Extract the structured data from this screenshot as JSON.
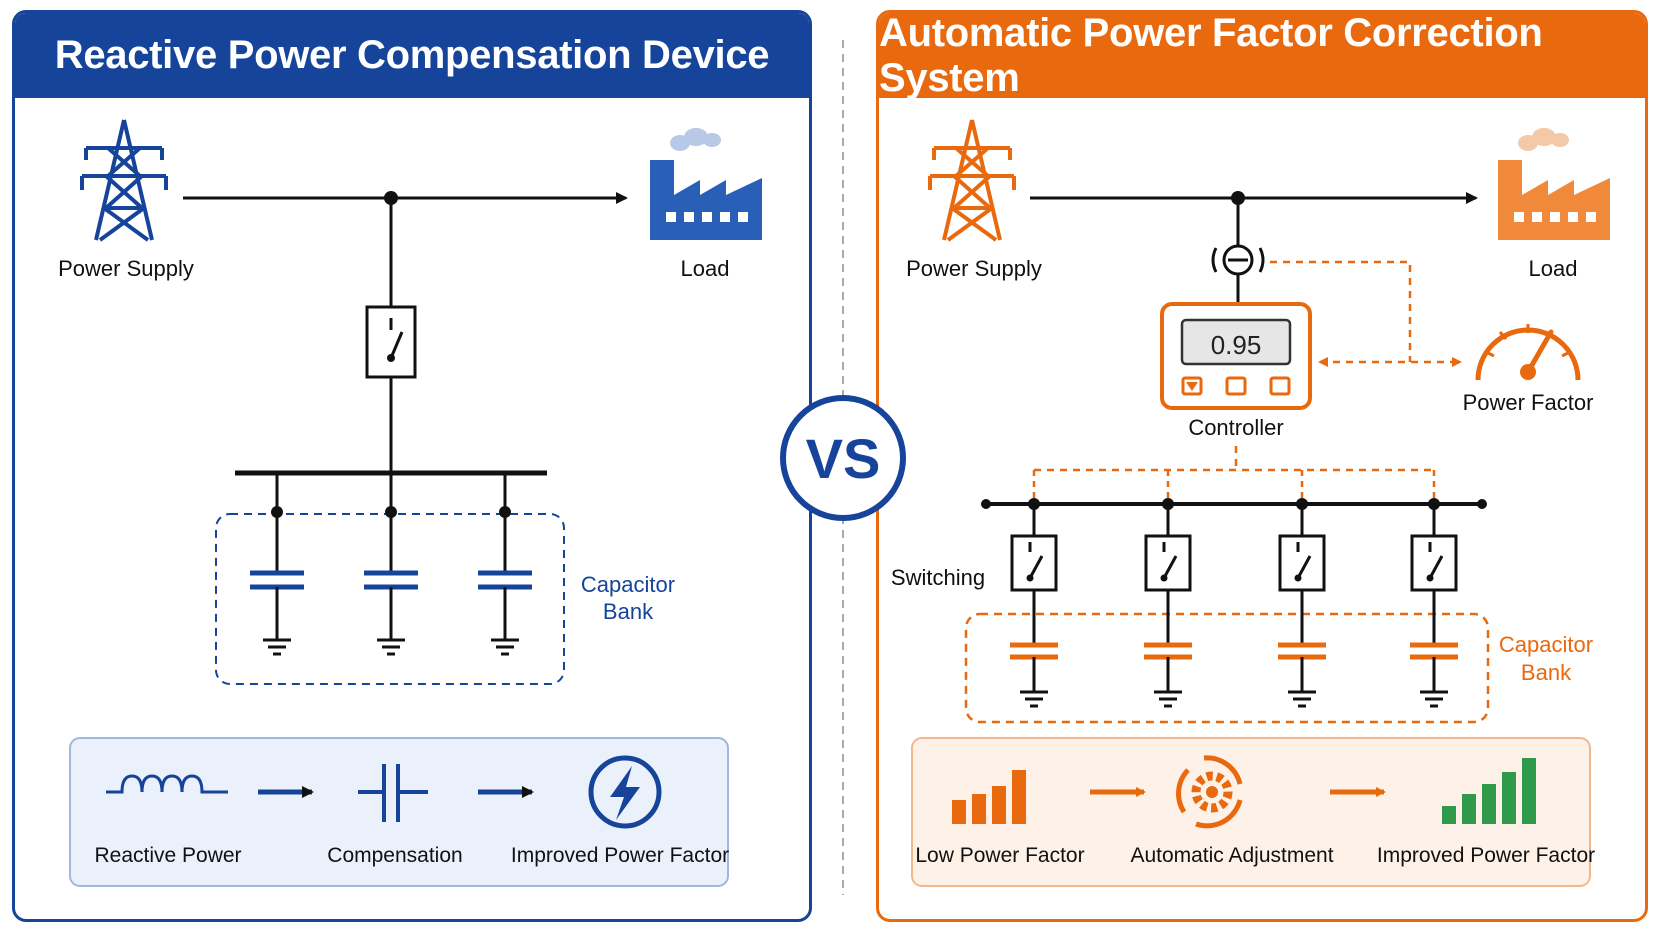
{
  "left": {
    "title": "Reactive Power Compensation Device",
    "power_supply_label": "Power Supply",
    "load_label": "Load",
    "capacitor_bank_label_line1": "Capacitor",
    "capacitor_bank_label_line2": "Bank",
    "flow": [
      {
        "label": "Reactive Power",
        "icon": "inductor-icon"
      },
      {
        "label": "Compensation",
        "icon": "capacitor-icon"
      },
      {
        "label": "Improved Power Factor",
        "icon": "lightning-icon"
      }
    ]
  },
  "vs_label": "VS",
  "right": {
    "title": "Automatic Power Factor Correction System",
    "power_supply_label": "Power Supply",
    "load_label": "Load",
    "controller_label": "Controller",
    "controller_display": "0.95",
    "power_factor_label": "Power Factor",
    "switching_label": "Switching",
    "capacitor_bank_label_line1": "Capacitor",
    "capacitor_bank_label_line2": "Bank",
    "flow": [
      {
        "label": "Low Power Factor",
        "icon": "bar-chart-low-icon"
      },
      {
        "label": "Automatic Adjustment",
        "icon": "gear-cycle-icon"
      },
      {
        "label": "Improved Power Factor",
        "icon": "bar-chart-high-icon"
      }
    ]
  },
  "colors": {
    "blue": "#16449a",
    "orange": "#e9690f",
    "green": "#2e9a4a",
    "light_blue_bg": "#eaf1fb",
    "light_orange_bg": "#fdf1e8"
  }
}
